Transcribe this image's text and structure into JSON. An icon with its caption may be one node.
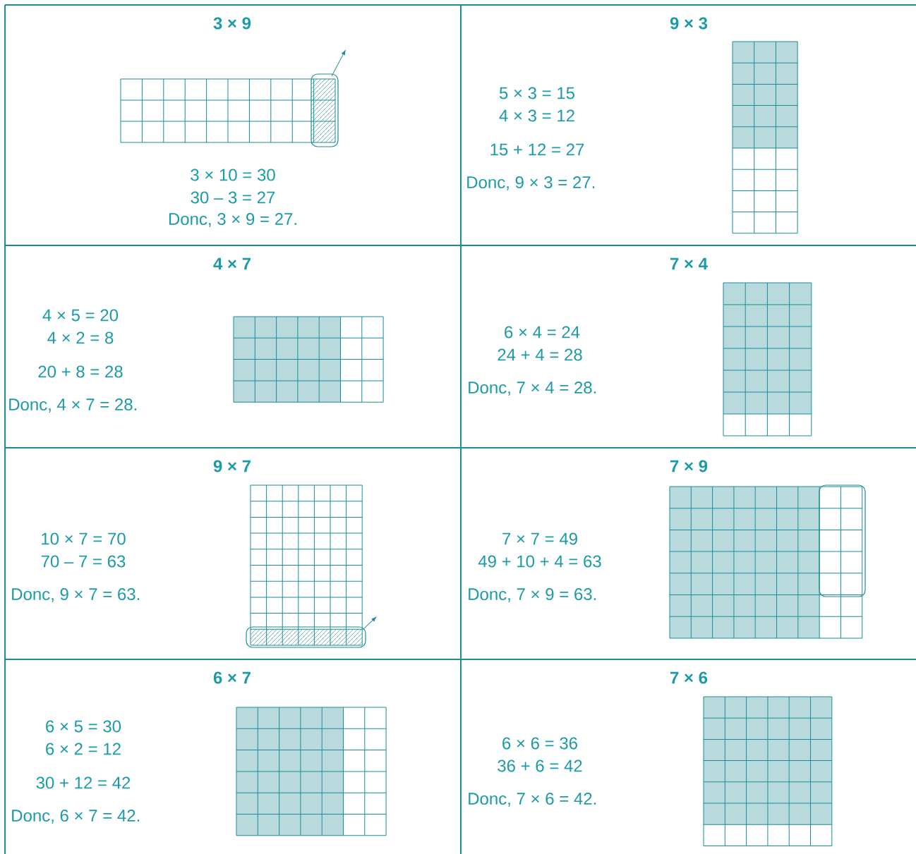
{
  "diagram": {
    "labels": [
      "3 × 9",
      "3 × 10 = 30",
      "30 – 3 = 27",
      "Donc, 3 × 9 = 27.",
      "9 × 3",
      "5 × 3 = 15",
      "4 × 3 = 12",
      "15 + 12 = 27",
      "Donc, 9 × 3 = 27.",
      "4 × 7",
      "4 × 5 = 20",
      "4 × 2 = 8",
      "20 + 8 = 28",
      "Donc, 4 × 7 = 28.",
      "7 × 4",
      "6 × 4 = 24",
      "24 + 4 = 28",
      "Donc, 7 × 4 = 28.",
      "9 × 7",
      "10 × 7 = 70",
      "70 – 7 = 63",
      "Donc, 9 × 7 = 63.",
      "7 × 9",
      "7 × 7 = 49",
      "49 + 10 + 4 = 63",
      "Donc, 7 × 9 = 63.",
      "6 × 7",
      "6 × 5 = 30",
      "6 × 2 = 12",
      "30 + 12 = 42",
      "Donc, 6 × 7 = 42.",
      "7 × 6",
      "6 × 6 = 36",
      "36 + 6 = 42",
      "Donc, 7 × 6 = 42."
    ]
  }
}
